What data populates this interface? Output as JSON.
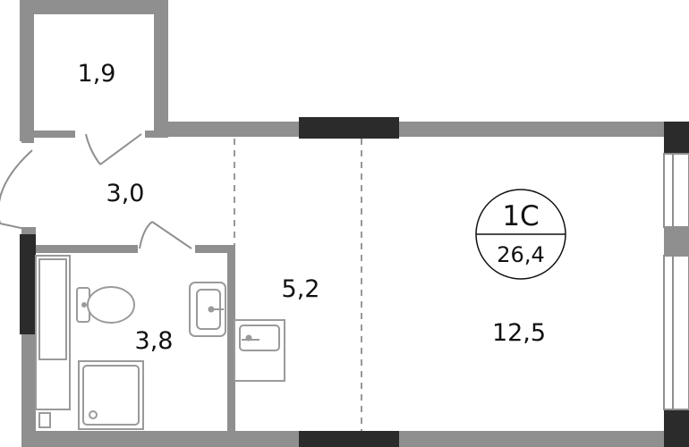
{
  "floor_plan": {
    "apartment_type": "1С",
    "total_area": "26,4",
    "rooms": {
      "storage": "1,9",
      "hallway": "3,0",
      "bathroom": "3,8",
      "kitchen": "5,2",
      "living": "12,5"
    }
  },
  "colors": {
    "wall": "#8f8f8f",
    "window": "#2b2b2b",
    "fixture": "#9a9a9a",
    "background": "#ffffff"
  }
}
